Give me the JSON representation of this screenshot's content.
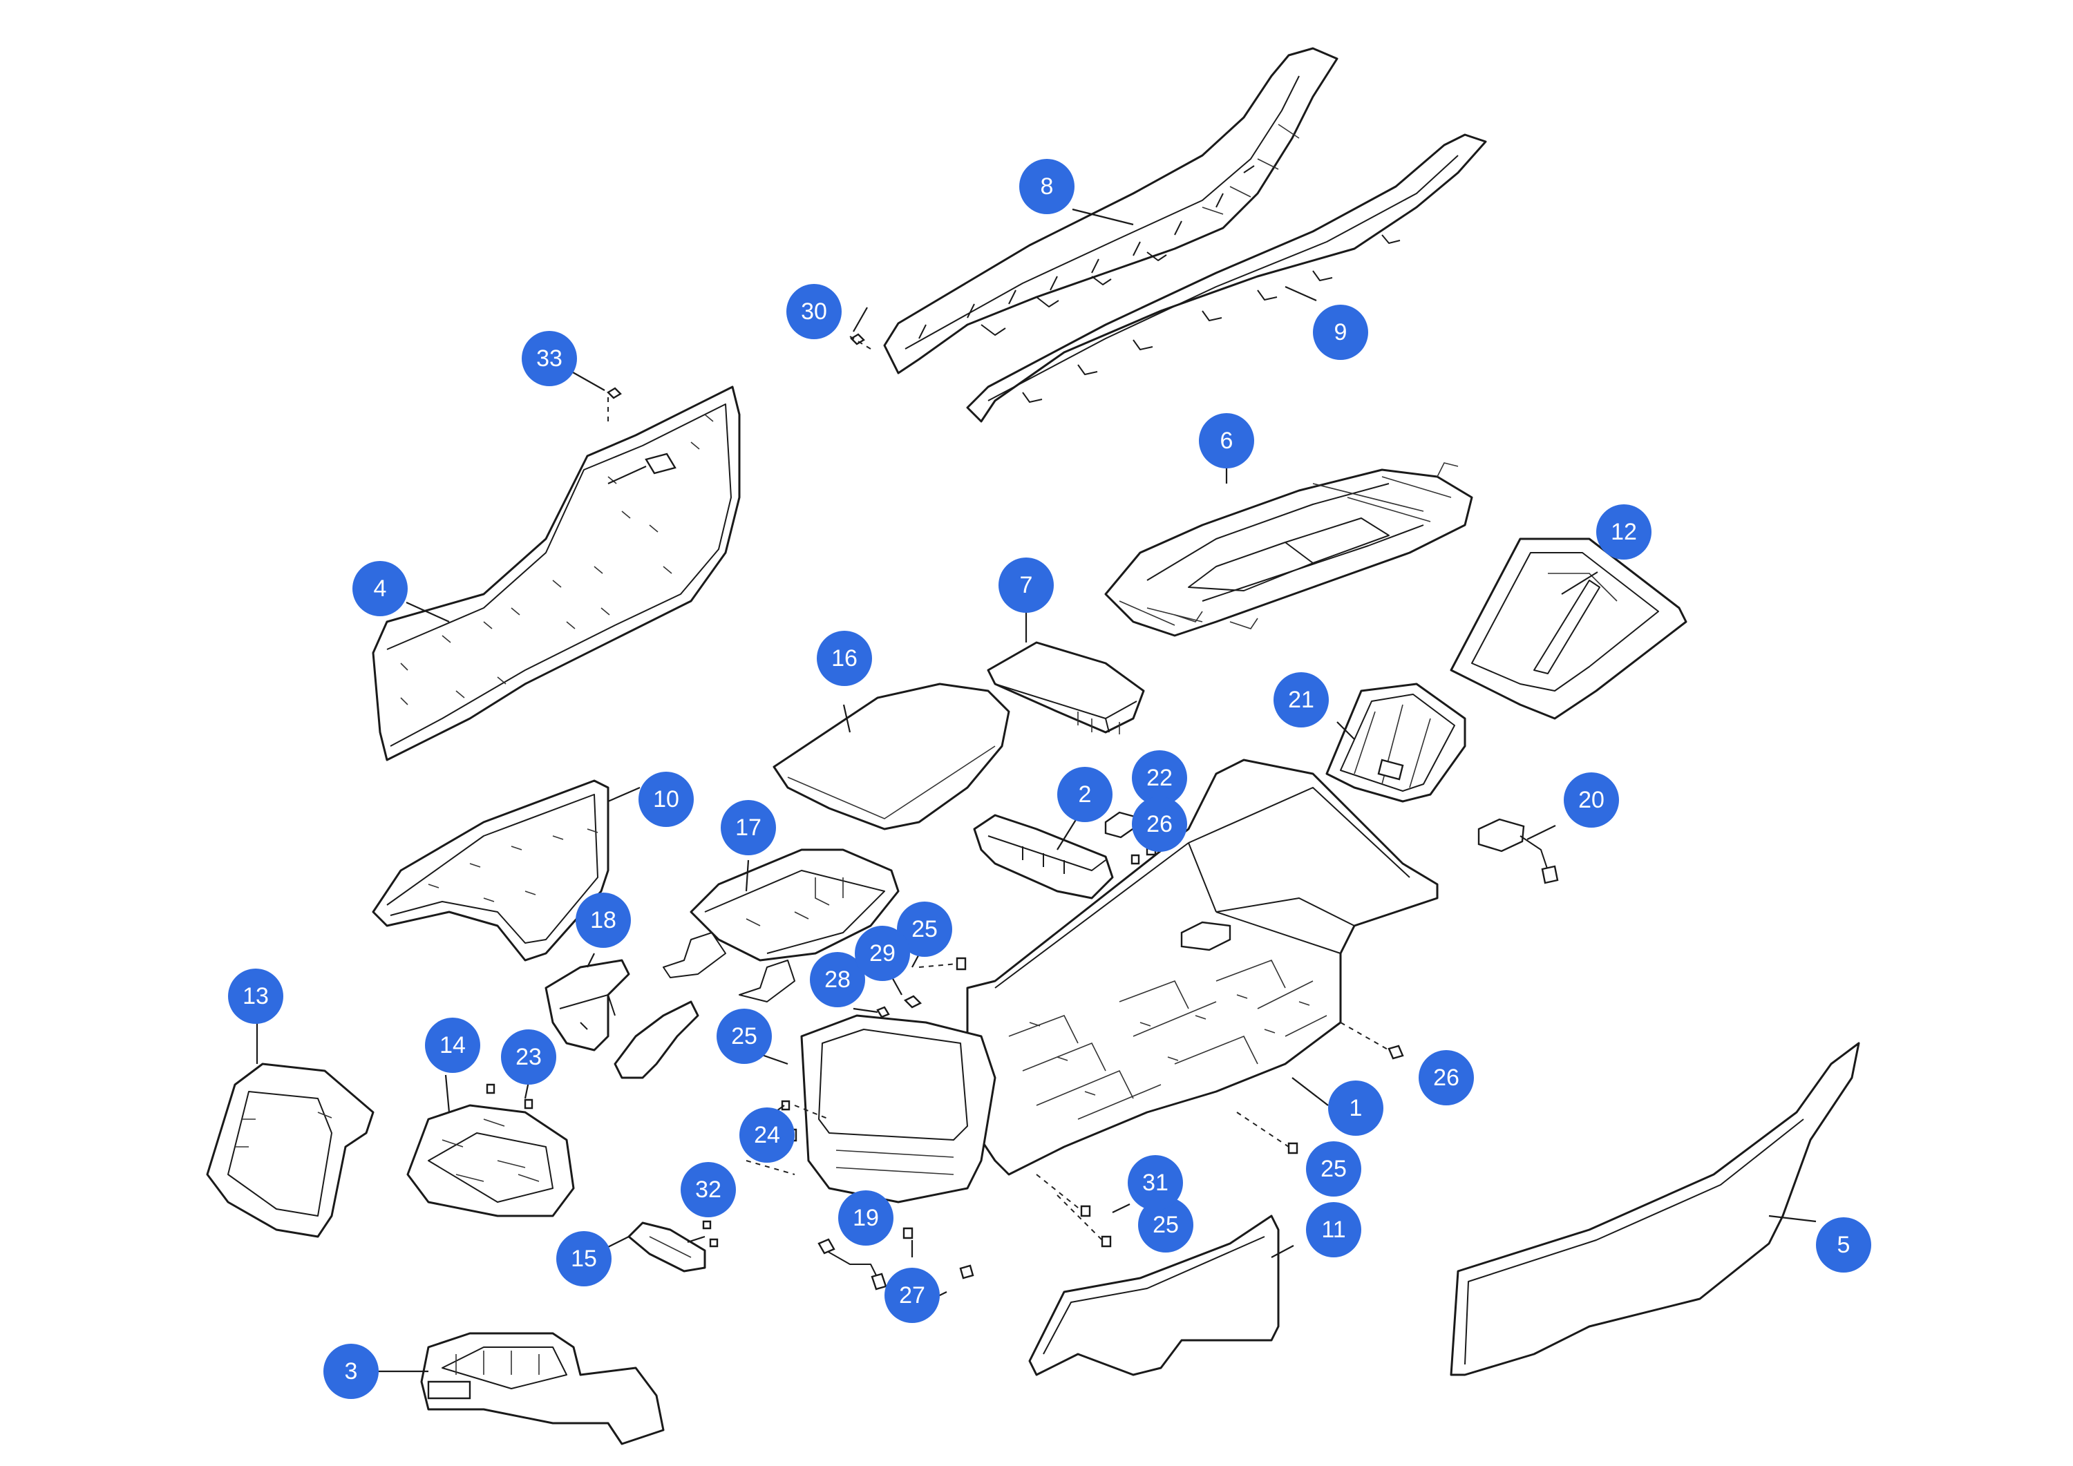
{
  "diagram": {
    "callout_color": "#2f6be0",
    "callouts": [
      {
        "id": "c1",
        "label": "1"
      },
      {
        "id": "c2",
        "label": "2"
      },
      {
        "id": "c3",
        "label": "3"
      },
      {
        "id": "c4",
        "label": "4"
      },
      {
        "id": "c5",
        "label": "5"
      },
      {
        "id": "c6",
        "label": "6"
      },
      {
        "id": "c7",
        "label": "7"
      },
      {
        "id": "c8",
        "label": "8"
      },
      {
        "id": "c9",
        "label": "9"
      },
      {
        "id": "c10",
        "label": "10"
      },
      {
        "id": "c11",
        "label": "11"
      },
      {
        "id": "c12",
        "label": "12"
      },
      {
        "id": "c13",
        "label": "13"
      },
      {
        "id": "c14",
        "label": "14"
      },
      {
        "id": "c15",
        "label": "15"
      },
      {
        "id": "c16",
        "label": "16"
      },
      {
        "id": "c17",
        "label": "17"
      },
      {
        "id": "c18",
        "label": "18"
      },
      {
        "id": "c19",
        "label": "19"
      },
      {
        "id": "c20",
        "label": "20"
      },
      {
        "id": "c21",
        "label": "21"
      },
      {
        "id": "c22",
        "label": "22"
      },
      {
        "id": "c23",
        "label": "23"
      },
      {
        "id": "c24",
        "label": "24"
      },
      {
        "id": "c25a",
        "label": "25"
      },
      {
        "id": "c25b",
        "label": "25"
      },
      {
        "id": "c25c",
        "label": "25"
      },
      {
        "id": "c25d",
        "label": "25"
      },
      {
        "id": "c26a",
        "label": "26"
      },
      {
        "id": "c26b",
        "label": "26"
      },
      {
        "id": "c27",
        "label": "27"
      },
      {
        "id": "c28",
        "label": "28"
      },
      {
        "id": "c29",
        "label": "29"
      },
      {
        "id": "c30",
        "label": "30"
      },
      {
        "id": "c31",
        "label": "31"
      },
      {
        "id": "c32",
        "label": "32"
      },
      {
        "id": "c33",
        "label": "33"
      }
    ]
  }
}
